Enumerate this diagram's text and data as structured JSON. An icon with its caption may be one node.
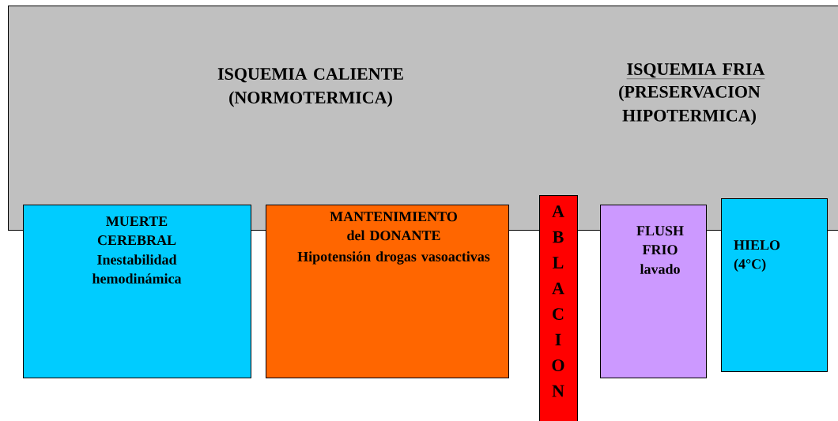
{
  "diagram": {
    "nodes": [
      {
        "text": [
          "ISQUEMIA CALIENTE (NORMOTERMICA)",
          "ISQUEMIA FRIA",
          "(PRESERVACION HIPOTERMICA)"
        ]
      },
      {
        "text": [
          "MUERTE CEREBRAL",
          "Inestabilidad hemodinámica"
        ]
      },
      {
        "text": [
          "MANTENIMIENTO del DONANTE",
          "Hipotensión drogas vasoactivas"
        ]
      },
      {
        "text": [
          "ABLACION"
        ]
      },
      {
        "text": [
          "FLUSH FRIO",
          "lavado"
        ]
      },
      {
        "text": [
          "HIELO (4°C)"
        ]
      }
    ]
  }
}
